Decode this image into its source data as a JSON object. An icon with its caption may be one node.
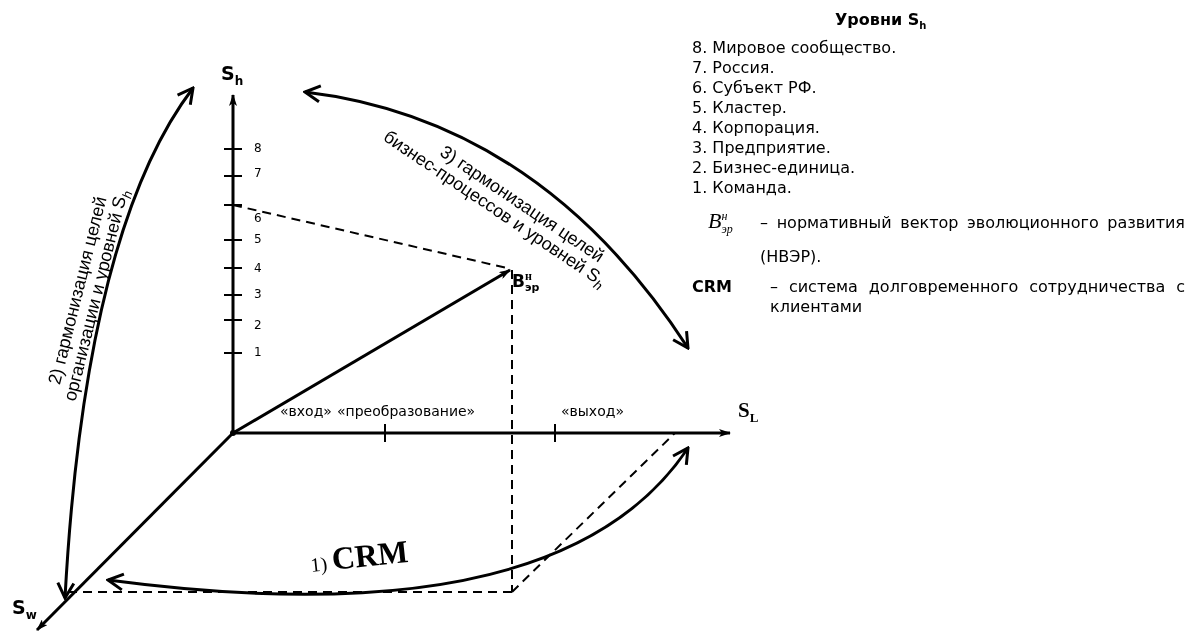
{
  "diagram": {
    "nodes": [
      {
        "text": [
          "B$^{н}$$_{эр}$"
        ]
      },
      {
        "text": [],
        "shape": "point"
      }
    ],
    "edges": [
      {
        "from": 1,
        "to": 0,
        "arrow": "to"
      }
    ],
    "labels": [
      "Уровни S$_{h}$",
      "8. Мировое сообщество.",
      "7. Россия.",
      "6. Субъект РФ.",
      "5. Кластер.",
      "4. Корпорация.",
      "3. Предприятие.",
      "2. Бизнес-единица.",
      "1. Команда.",
      "S$_{h}$",
      "3) гармонизация целей бизнес-процессов и уровней S$_{h}$",
      "2) гармонизация целей организации и уровней S$_{h}$",
      "8",
      "7",
      "6",
      "5",
      "4",
      "3",
      "2",
      "1",
      "B$^{н}$$_{эр}$",
      "– нормативный вектор эволюционного развития (НВЭР).",
      "CRM",
      "– система долговременного сотрудничества с клиентами",
      "«вход»",
      "«преобразование»",
      "«выход»",
      "S$_{L}$",
      "1) **CRM**",
      "S$_{w}$"
    ]
  }
}
